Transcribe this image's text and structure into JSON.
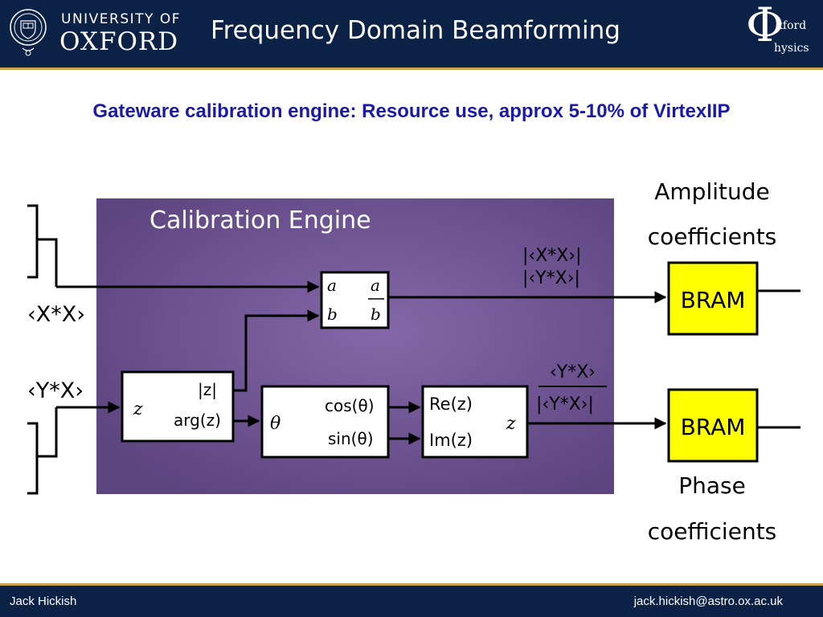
{
  "header": {
    "university_line1": "UNIVERSITY OF",
    "university_line2": "OXFORD",
    "title": "Frequency Domain Beamforming",
    "physics_logo": {
      "symbol": "Φ",
      "word1": "xford",
      "word2": "hysics"
    },
    "crest_icon": "oxford-crest-icon"
  },
  "subtitle": "Gateware calibration engine: Resource use, approx 5-10% of VirtexIIP",
  "diagram": {
    "engine_title": "Calibration Engine",
    "inputs": {
      "xx": "‹X*X›",
      "yx": "‹Y*X›"
    },
    "divider": {
      "a": "a",
      "b": "b",
      "num": "a",
      "den": "b"
    },
    "cart_to_polar": {
      "in": "z",
      "mag": "|z|",
      "arg": "arg(z)"
    },
    "trig": {
      "in": "θ",
      "cos": "cos(θ)",
      "sin": "sin(θ)"
    },
    "complex": {
      "re": "Re(z)",
      "im": "Im(z)",
      "out": "z"
    },
    "amp_formula": {
      "top": "|‹X*X›|",
      "bottom": "|‹Y*X›|"
    },
    "phase_formula": {
      "top": "‹Y*X›",
      "bottom": "|‹Y*X›|"
    },
    "amplitude_label": [
      "Amplitude",
      "coefficients"
    ],
    "phase_label": [
      "Phase",
      "coefficients"
    ],
    "bram_label": "BRAM",
    "colors": {
      "engine_bg": "#6a4f8f",
      "bram": "#ffff00",
      "arrow": "#000000"
    }
  },
  "footer": {
    "author": "Jack Hickish",
    "email": "jack.hickish@astro.ox.ac.uk"
  }
}
